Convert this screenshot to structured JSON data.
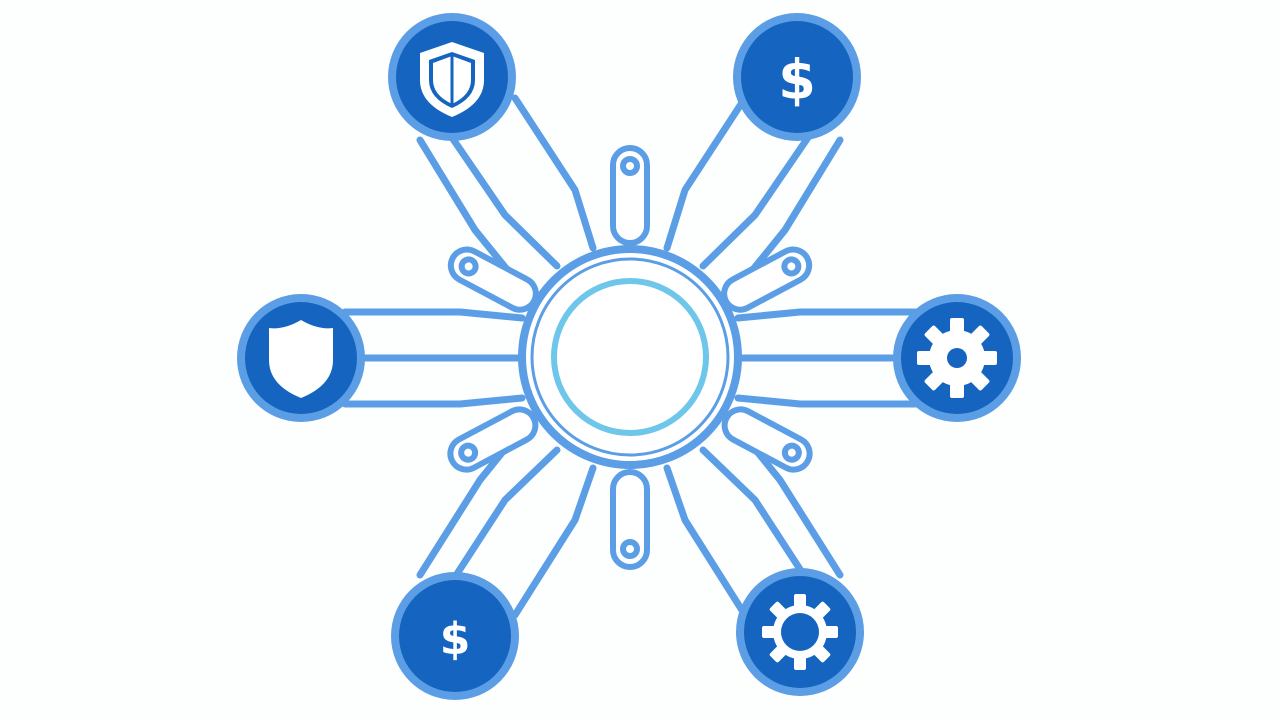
{
  "diagram": {
    "hub": {
      "icon": "hub-ring-icon"
    },
    "nodes": [
      {
        "id": "top-left",
        "icon": "shield-icon",
        "glyph": ""
      },
      {
        "id": "top-right",
        "icon": "dollar-icon",
        "glyph": "$"
      },
      {
        "id": "left",
        "icon": "badge-shield-icon",
        "glyph": ""
      },
      {
        "id": "right",
        "icon": "gear-icon",
        "glyph": ""
      },
      {
        "id": "bottom-left",
        "icon": "dollar-icon",
        "glyph": "$"
      },
      {
        "id": "bottom-right",
        "icon": "gear-icon",
        "glyph": ""
      }
    ],
    "colors": {
      "node_fill": "#1565c0",
      "node_ring": "#5b9ee6",
      "connector": "#5b9ee6",
      "hub_inner_ring": "#6ec6ea",
      "icon_fill": "#ffffff"
    }
  }
}
